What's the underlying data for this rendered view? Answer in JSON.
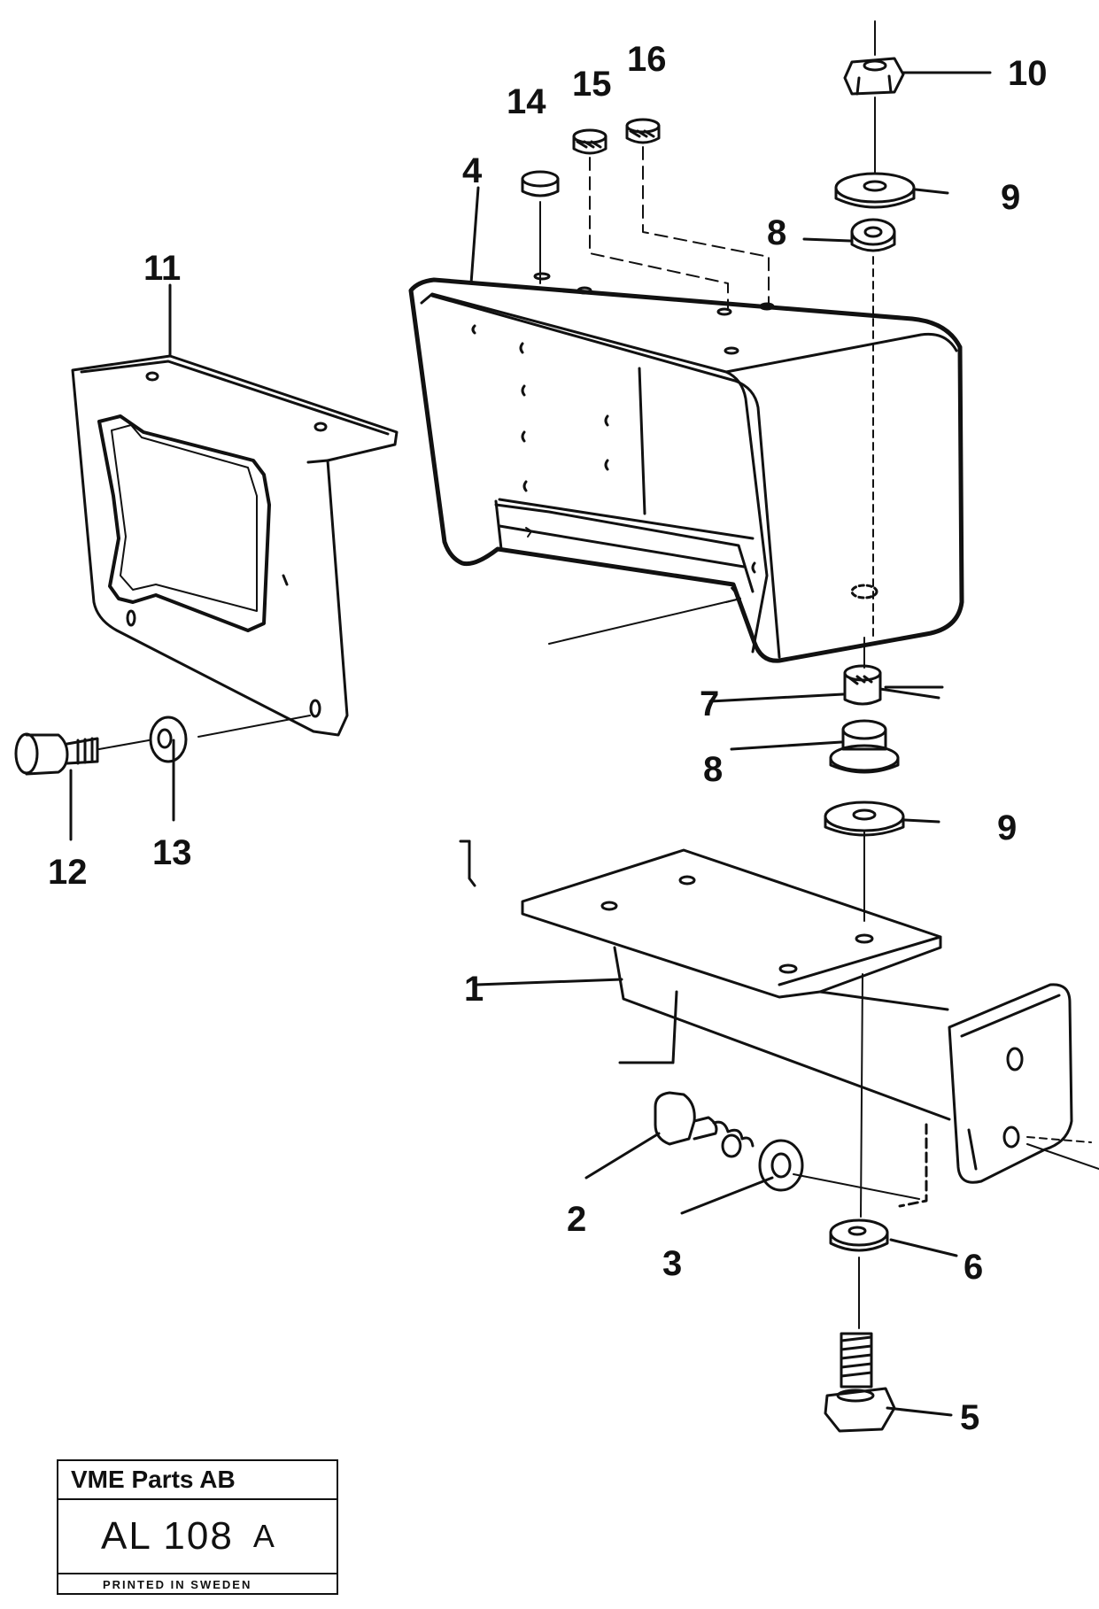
{
  "callouts": [
    "1",
    "2",
    "3",
    "4",
    "5",
    "6",
    "7",
    "8",
    "8",
    "9",
    "9",
    "10",
    "11",
    "12",
    "13",
    "14",
    "15",
    "16"
  ],
  "title_block": {
    "company": "VME Parts AB",
    "drawing_code": "AL 108",
    "revision": "A",
    "printed": "PRINTED IN SWEDEN"
  }
}
